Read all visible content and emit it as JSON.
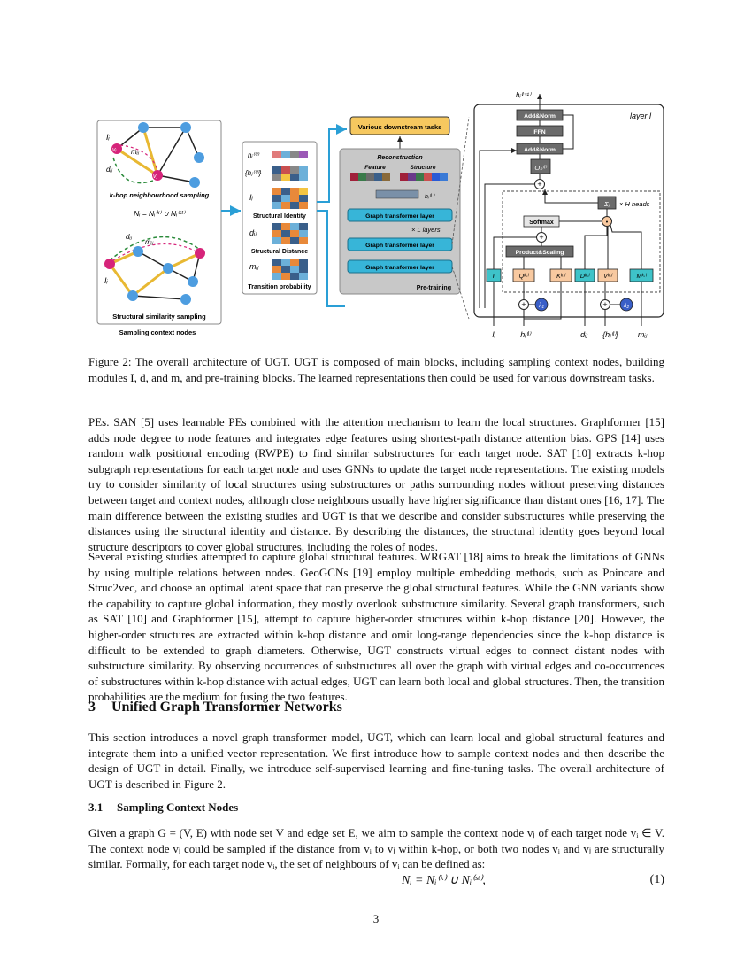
{
  "figure": {
    "left_panel": {
      "khop_title": "k-hop neighbourhood sampling",
      "khop_eq": "Nᵢ = Nᵢ⁽ᵏ⁾ ∪ Nᵢ⁽ˢᵗ⁾",
      "struct_title": "Structural similarity sampling",
      "footer": "Sampling context nodes",
      "node_vi": "vᵢ",
      "node_vj": "vⱼ",
      "label_Ii": "Iᵢ",
      "label_mij": "mᵢⱼ",
      "label_dij": "dᵢⱼ"
    },
    "middle_panel": {
      "h0": "hᵢ⁽⁰⁾",
      "hj0": "{hⱼ⁽⁰⁾}",
      "Ii": "Iᵢ",
      "structural_identity": "Structural Identity",
      "dij": "dᵢⱼ",
      "structural_distance": "Structural Distance",
      "mij": "mᵢⱼ",
      "transition_probability": "Transition probability"
    },
    "pretraining": {
      "downstream": "Various downstream tasks",
      "reconstruction": "Reconstruction",
      "feature": "Feature",
      "structure": "Structure",
      "hL": "hᵢ⁽ᴸ⁾",
      "layer": "Graph transformer layer",
      "L_layers": "× L  layers",
      "title": "Pre-training"
    },
    "layer_detail": {
      "output": "hᵢ⁽ˡ⁺¹⁾",
      "layer_label": "layer l",
      "add_norm": "Add&Norm",
      "ffn": "FFN",
      "Oh": "Oₕ⁽ˡ⁾",
      "sum": "Σⱼ",
      "heads": "× H  heads",
      "softmax": "Softmax",
      "product_scaling": "Product&Scaling",
      "I": "Iˡ",
      "Q": "Qᵏ·ˡ",
      "K": "Kᵏ·ˡ",
      "D": "Dᵏ·ˡ",
      "V": "Vᵏ·ˡ",
      "M": "Mᵏ·ˡ",
      "lambda1": "λ₁",
      "lambda2": "λ₂",
      "in_Ii": "Iᵢ",
      "in_hi": "hᵢ⁽ˡ⁾",
      "in_dij": "dᵢⱼ",
      "in_hj": "{hⱼ⁽ˡ⁾}",
      "in_mij": "mᵢⱼ"
    }
  },
  "caption": "Figure 2: The overall architecture of UGT. UGT is composed of main blocks, including sampling context nodes, building modules I, d, and m, and pre-training blocks. The learned representations then could be used for various downstream tasks.",
  "paragraphs": [
    "PEs. SAN [5] uses learnable PEs combined with the attention mechanism to learn the local structures. Graphformer [15] adds node degree to node features and integrates edge features using shortest-path distance attention bias. GPS [14] uses random walk positional encoding (RWPE) to find similar substructures for each target node. SAT [10] extracts k-hop subgraph representations for each target node and uses GNNs to update the target node representations. The existing models try to consider similarity of local structures using substructures or paths surrounding nodes without preserving distances between target and context nodes, although close neighbours usually have higher significance than distant ones [16, 17]. The main difference between the existing studies and UGT is that we describe and consider substructures while preserving the distances using the structural identity and distance. By describing the distances, the structural identity goes beyond local structure descriptors to cover global structures, including the roles of nodes.",
    "Several existing studies attempted to capture global structural features. WRGAT [18] aims to break the limitations of GNNs by using multiple relations between nodes. GeoGCNs [19] employ multiple embedding methods, such as Poincare and Struc2vec, and choose an optimal latent space that can preserve the global structural features. While the GNN variants show the capability to capture global information, they mostly overlook substructure similarity. Several graph transformers, such as SAT [10] and Graphformer [15], attempt to capture higher-order structures within k-hop distance [20]. However, the higher-order structures are extracted within k-hop distance and omit long-range dependencies since the k-hop distance is difficult to be extended to graph diameters. Otherwise, UGT constructs virtual edges to connect distant nodes with substructure similarity. By observing occurrences of substructures all over the graph with virtual edges and co-occurrences of substructures within k-hop distance with actual edges, UGT can learn both local and global structures. Then, the transition probabilities are the medium for fusing the two features.",
    "This section introduces a novel graph transformer model, UGT, which can learn local and global structural features and integrate them into a unified vector representation. We first introduce how to sample context nodes and then describe the design of UGT in detail. Finally, we introduce self-supervised learning and fine-tuning tasks. The overall architecture of UGT is described in Figure 2.",
    "Given a graph G = (V, E) with node set V and edge set E, we aim to sample the context node vⱼ of each target node vᵢ ∈ V. The context node vⱼ could be sampled if the distance from vᵢ to vⱼ within k-hop, or both two nodes vᵢ and vⱼ are structurally similar. Formally, for each target node vᵢ, the set of neighbours of vᵢ can be defined as:"
  ],
  "section": {
    "number": "3",
    "title": "Unified Graph Transformer Networks"
  },
  "subsection": {
    "number": "3.1",
    "title": "Sampling Context Nodes"
  },
  "equation": {
    "body": "Nᵢ   =   Nᵢ⁽ᵏ⁾ ∪ Nᵢ⁽ˢᵗ⁾,",
    "number": "(1)"
  },
  "page_number": "3",
  "colors": {
    "node_blue": "#4d9de0",
    "node_magenta": "#d6247a",
    "gt_layer": "#37b5d8",
    "downstream": "#f6c85f",
    "panel_gray": "#c8c8c8",
    "box_dark": "#6b6b6b",
    "orange_box": "#f8c9a0",
    "teal_box": "#3ec3c9"
  }
}
